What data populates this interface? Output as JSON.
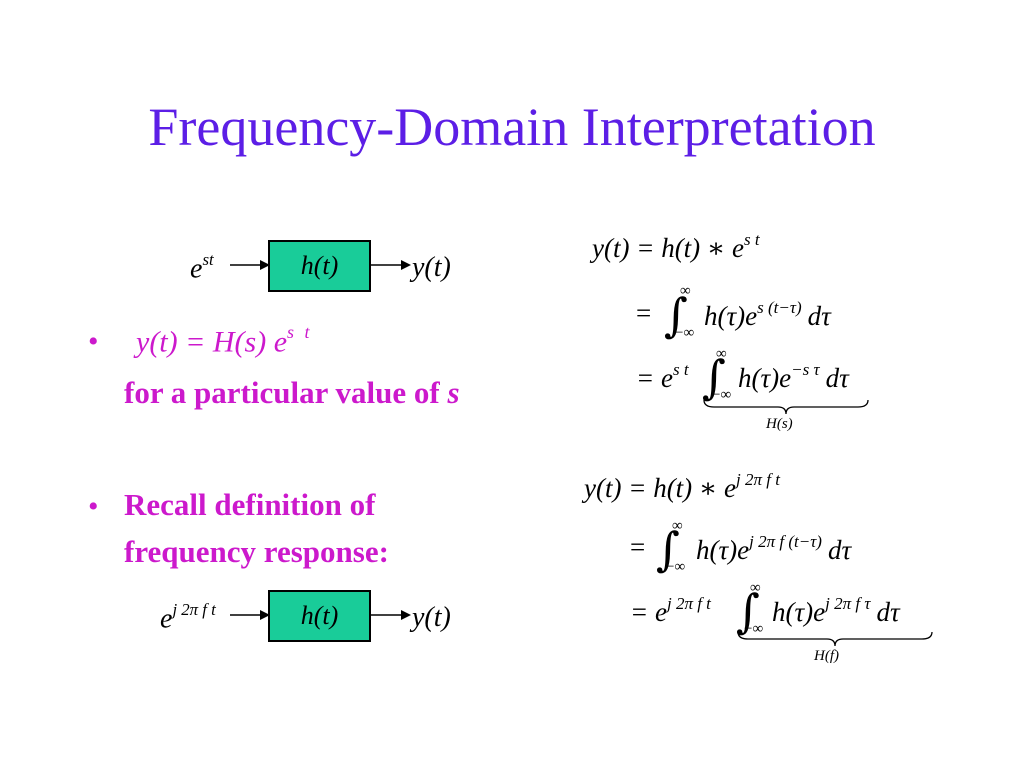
{
  "title": "Frequency-Domain Interpretation",
  "diagram1": {
    "input_base": "e",
    "input_exp": "st",
    "box": "h(t)",
    "output": "y(t)"
  },
  "diagram2": {
    "input_base": "e",
    "input_exp": "j 2π f t",
    "box": "h(t)",
    "output": "y(t)"
  },
  "bullets": [
    {
      "marker": "•",
      "formula": "y(t) = H(s) e",
      "formula_exp": "s t",
      "line2_text": "for a particular value of ",
      "line2_var": "s"
    },
    {
      "marker": "•",
      "line1": "Recall definition of",
      "line2": "frequency response:"
    }
  ],
  "equations_laplace": {
    "line1_lhs": "y(t) = h(t) ∗ e",
    "line1_exp": "s t",
    "line2_eq": "=",
    "int_upper": "∞",
    "int_lower": "−∞",
    "line2_integrand": "h(τ)e",
    "line2_exp": "s (t−τ)",
    "line2_tail": "dτ",
    "line3_eq": "= e",
    "line3_exp": "s t",
    "line3_integrand": "h(τ)e",
    "line3_exp2": "−s τ",
    "line3_tail": "dτ",
    "brace_label": "H(s)"
  },
  "equations_fourier": {
    "line1_lhs": "y(t) = h(t) ∗ e",
    "line1_exp": "j 2π f t",
    "line2_eq": "=",
    "int_upper": "∞",
    "int_lower": "−∞",
    "line2_integrand": "h(τ)e",
    "line2_exp": "j 2π f (t−τ)",
    "line2_tail": "dτ",
    "line3_eq": "= e",
    "line3_exp": "j 2π f t",
    "line3_integrand": "h(τ)e",
    "line3_exp2": "j 2π f τ",
    "line3_tail": "dτ",
    "brace_label": "H(f)"
  },
  "colors": {
    "title": "#5c1ee6",
    "bullet_text": "#cc19cc",
    "box_fill": "#19cc99"
  }
}
